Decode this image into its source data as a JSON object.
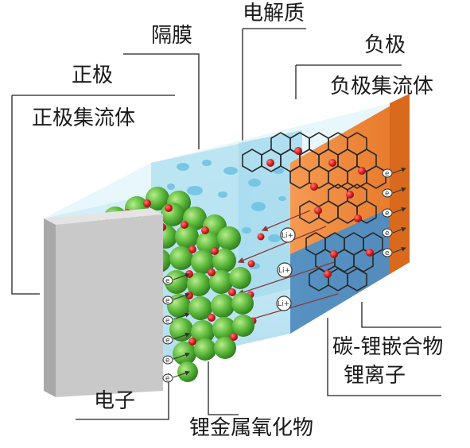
{
  "labels": {
    "separator": "隔膜",
    "electrolyte": "电解质",
    "anode": "负极",
    "anode_collector": "负极集流体",
    "cathode": "正极",
    "cathode_collector": "正极集流体",
    "carbon_lithium": "碳-锂嵌合物",
    "lithium_ion": "锂离子",
    "electron": "电子",
    "lithium_metal_oxide": "锂金属氧化物"
  },
  "ion_symbol": "Li+",
  "electron_symbol": "e",
  "colors": {
    "cathode_plate": "#c9c9c9",
    "electrolyte": "#bfe6f2",
    "separator": "#9ed6ea",
    "anode_plate": "#f0883a",
    "anode_lower": "#3a8fd6",
    "sphere": "#5ab83a",
    "ion": "#d42020"
  }
}
